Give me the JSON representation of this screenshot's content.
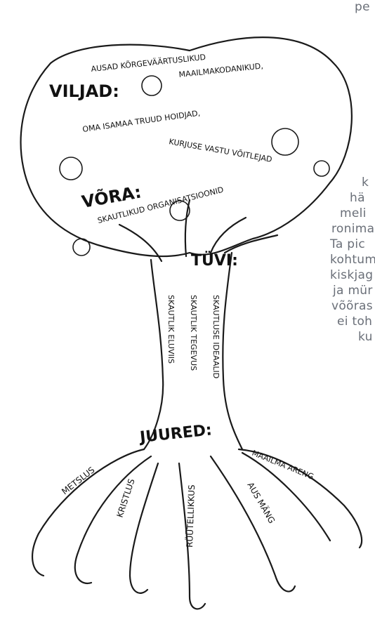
{
  "labels": {
    "viljad": "VILJAD:",
    "vora": "VÕRA:",
    "tuvi": "TÜVI:",
    "juured": "JUURED:"
  },
  "fruits_text": {
    "line1": "AUSAD KÕRGEVÄÄRTUSLIKUD",
    "line2": "MAAILMAKODANIKUD,",
    "line3": "OMA ISAMAA TRUUD HOIDJAD,",
    "line4": "KURJUSE VASTU VÕITLEJAD"
  },
  "crown_text": "SKAUTLIKUD ORGANISATSIOONID",
  "trunk_text": {
    "col1": "SKAUTLIK ELUVIIS",
    "col2": "SKAUTLIK TEGEVUS",
    "col3": "SKAUTLUSE IDEAALID"
  },
  "roots_text": {
    "r1": "METSLUS",
    "r2": "KRISTLUS",
    "r3": "RÜÜTELLIKKUS",
    "r4": "AUS MÄNG",
    "r5": "MAAILMA ARENG"
  },
  "side_fragments": [
    "pe",
    "k",
    "hä",
    "meli",
    "ronima",
    "Ta pic",
    "kohtum",
    "kiskjag",
    "ja mür",
    "võõras",
    "ei toh",
    "ku"
  ]
}
